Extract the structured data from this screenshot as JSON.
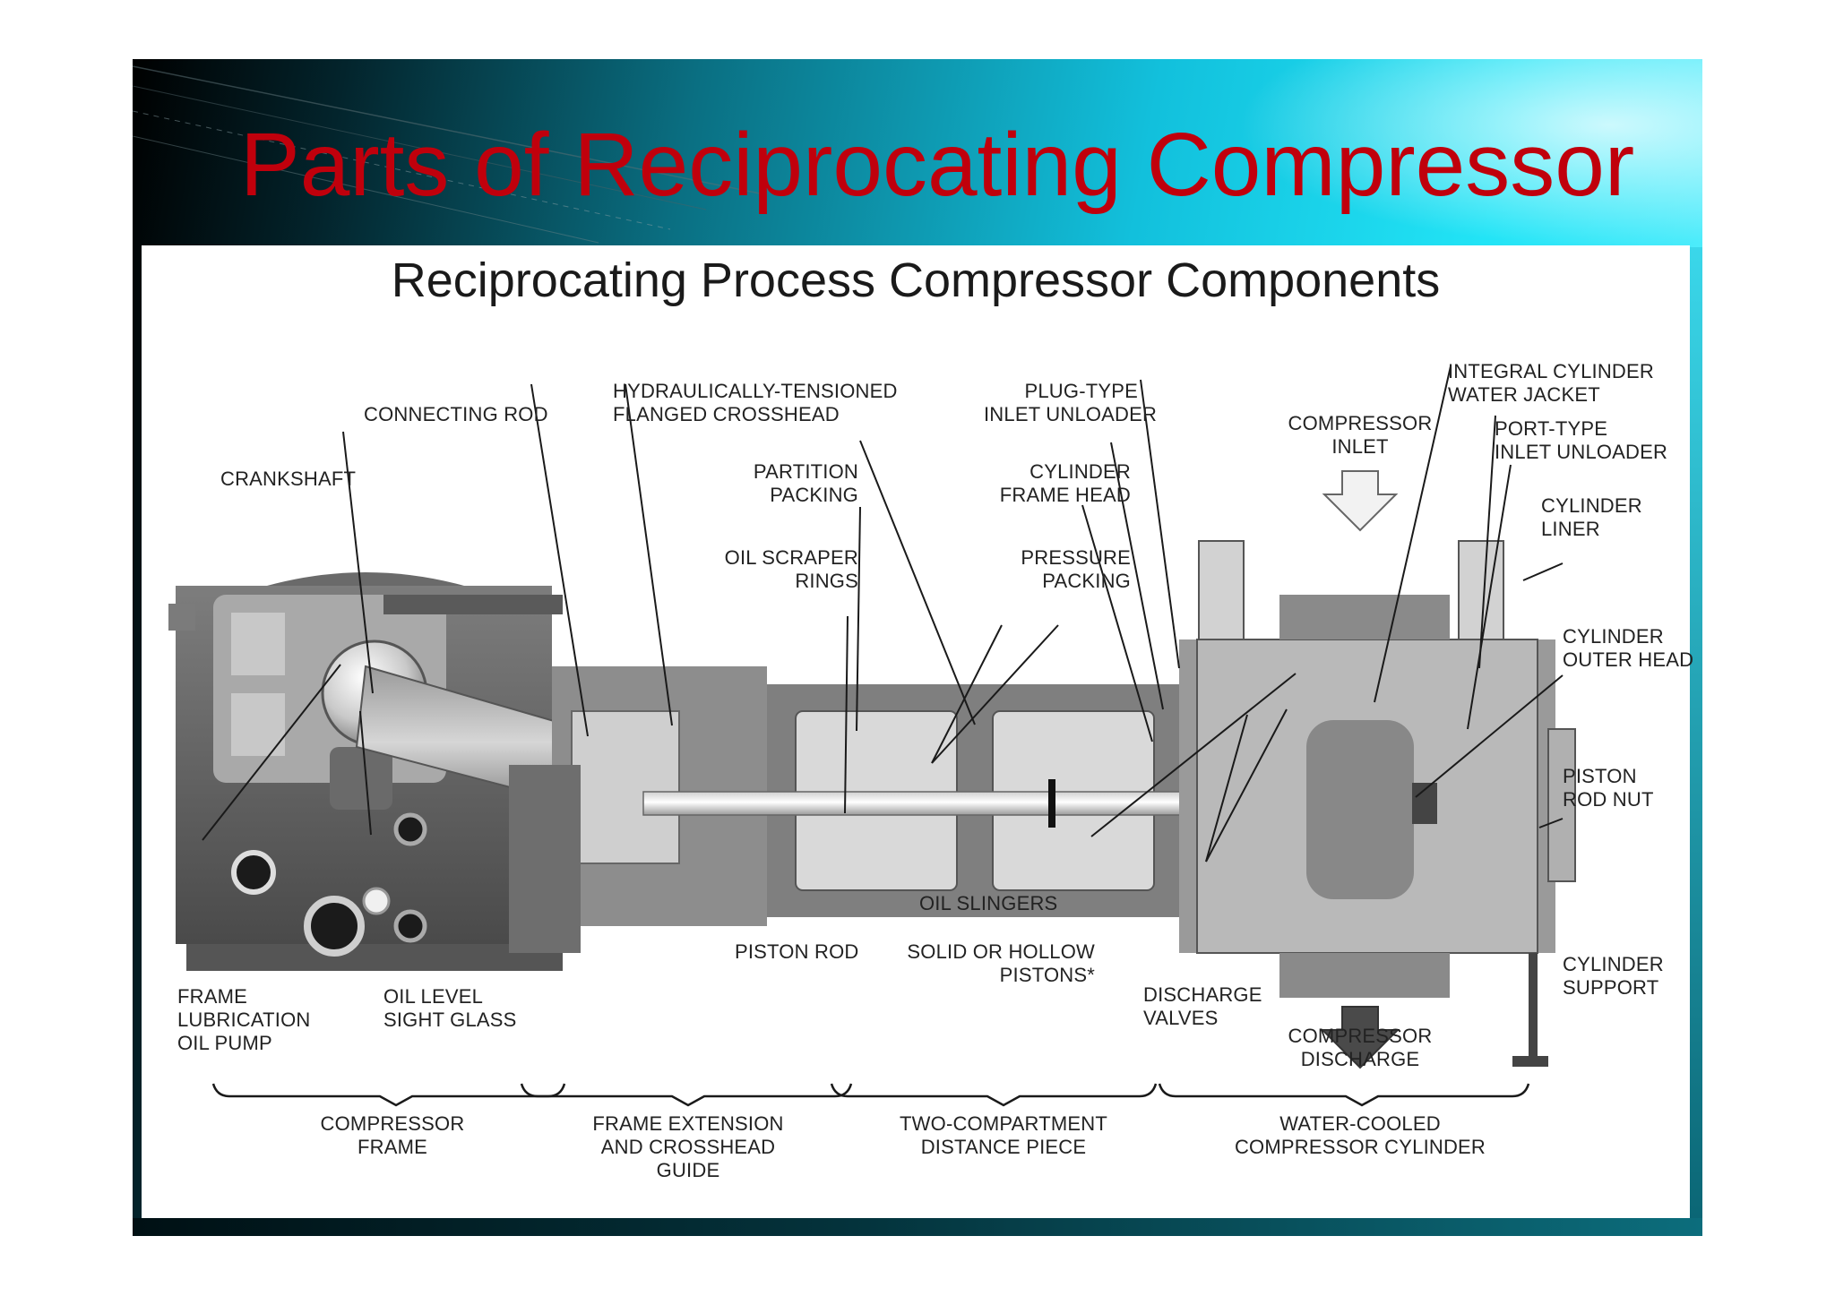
{
  "slide": {
    "title": "Parts of Reciprocating Compressor",
    "title_color": "#c0000c"
  },
  "diagram": {
    "title": "Reciprocating Process Compressor Components",
    "labels": {
      "connecting_rod": "CONNECTING ROD",
      "hydraulic_crosshead": "HYDRAULICALLY-TENSIONED\nFLANGED CROSSHEAD",
      "plug_type_unloader": "PLUG-TYPE\nINLET UNLOADER",
      "integral_water_jacket": "INTEGRAL CYLINDER\nWATER JACKET",
      "compressor_inlet": "COMPRESSOR\nINLET",
      "port_type_unloader": "PORT-TYPE\nINLET UNLOADER",
      "crankshaft": "CRANKSHAFT",
      "partition_packing": "PARTITION\nPACKING",
      "cylinder_frame_head": "CYLINDER\nFRAME HEAD",
      "cylinder_liner": "CYLINDER\nLINER",
      "oil_scraper_rings": "OIL SCRAPER\nRINGS",
      "pressure_packing": "PRESSURE\nPACKING",
      "cylinder_outer_head": "CYLINDER\nOUTER HEAD",
      "piston_rod_nut": "PISTON\nROD NUT",
      "oil_slingers": "OIL SLINGERS",
      "piston_rod": "PISTON ROD",
      "solid_hollow_pistons": "SOLID OR HOLLOW\nPISTONS*",
      "cylinder_support": "CYLINDER\nSUPPORT",
      "frame_lube_pump": "FRAME\nLUBRICATION\nOIL PUMP",
      "oil_level_glass": "OIL LEVEL\nSIGHT GLASS",
      "discharge_valves": "DISCHARGE\nVALVES",
      "compressor_discharge": "COMPRESSOR\nDISCHARGE"
    },
    "sections": [
      "COMPRESSOR\nFRAME",
      "FRAME EXTENSION\nAND CROSSHEAD\nGUIDE",
      "TWO-COMPARTMENT\nDISTANCE PIECE",
      "WATER-COOLED\nCOMPRESSOR CYLINDER"
    ]
  }
}
